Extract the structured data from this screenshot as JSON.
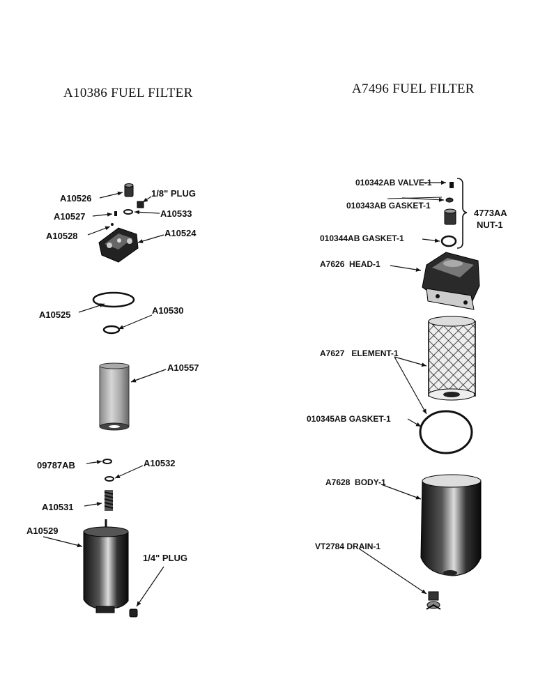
{
  "left_title": "A10386 FUEL FILTER",
  "right_title": "A7496 FUEL FILTER",
  "left_labels": {
    "a10526": "A10526",
    "plug18": "1/8\" PLUG",
    "a10527": "A10527",
    "a10533": "A10533",
    "a10528": "A10528",
    "a10524": "A10524",
    "a10525": "A10525",
    "a10530": "A10530",
    "a10557": "A10557",
    "p09787ab": "09787AB",
    "a10532": "A10532",
    "a10531": "A10531",
    "a10529": "A10529",
    "plug14": "1/4\" PLUG"
  },
  "right_labels": {
    "valve": "010342AB VALVE-1",
    "gasket1": "010343AB GASKET-1",
    "gasket2": "010344AB GASKET-1",
    "nut_part": "4773AA",
    "nut_name": "NUT-1",
    "head": "A7626  HEAD-1",
    "element": "A7627   ELEMENT-1",
    "gasket3": "010345AB GASKET-1",
    "body": "A7628  BODY-1",
    "drain": "VT2784 DRAIN-1"
  }
}
